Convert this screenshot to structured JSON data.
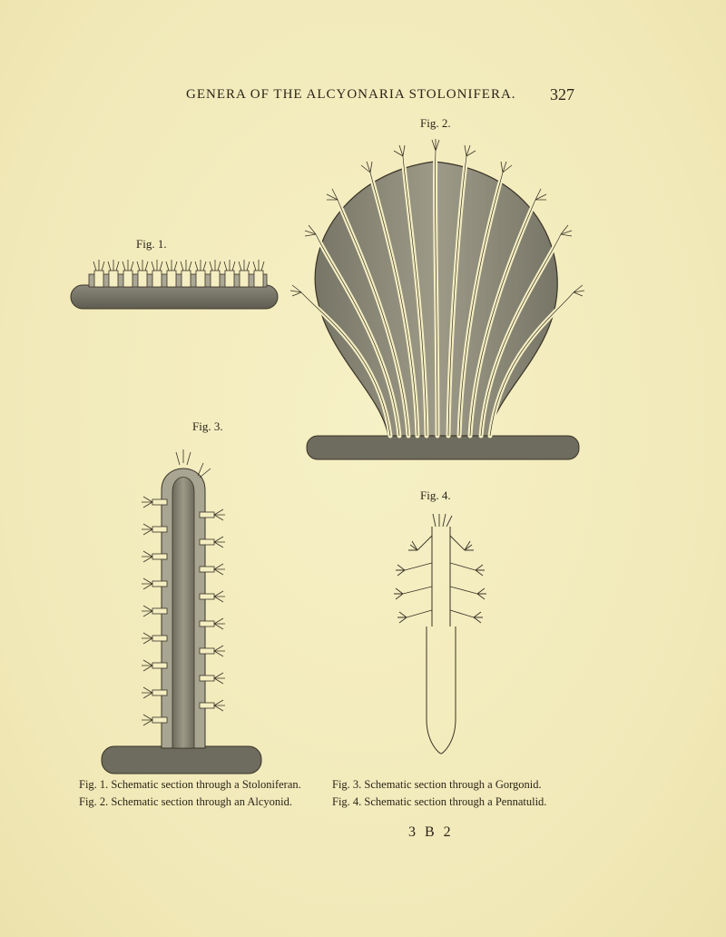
{
  "header": {
    "running_title": "GENERA OF THE ALCYONARIA STOLONIFERA.",
    "page_number": "327"
  },
  "figures": {
    "fig1_label": "Fig. 1.",
    "fig2_label": "Fig. 2.",
    "fig3_label": "Fig. 3.",
    "fig4_label": "Fig. 4."
  },
  "captions": {
    "left": [
      "Fig. 1. Schematic section through a Stoloniferan.",
      "Fig. 2. Schematic section through an Alcyonid."
    ],
    "right": [
      "Fig. 3. Schematic section through a Gorgonid.",
      "Fig. 4. Schematic section through a Pennatulid."
    ]
  },
  "signature": "3 B 2",
  "colors": {
    "paper": "#f3ecbd",
    "tissue": "#8d8b79",
    "stolon": "#6e6c5e",
    "ink": "#3a3326",
    "polyp_cavity": "#f4eec2"
  }
}
